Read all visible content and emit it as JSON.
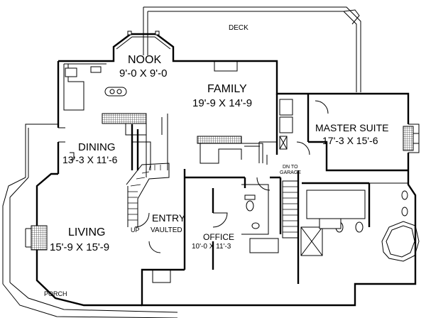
{
  "rooms": {
    "deck": "DECK",
    "nook": {
      "name": "NOOK",
      "size": "9'-0 X 9'-0"
    },
    "family": {
      "name": "FAMILY",
      "size": "19'-9 X 14'-9"
    },
    "master_suite": {
      "name": "MASTER SUITE",
      "size": "17'-3 X 15'-6"
    },
    "dining": {
      "name": "DINING",
      "size": "13'-3 X 11'-6"
    },
    "living": {
      "name": "LIVING",
      "size": "15'-9 X 15'-9"
    },
    "entry": {
      "name": "ENTRY",
      "note": "VAULTED"
    },
    "office": {
      "name": "OFFICE",
      "size": "10'-0 X 11'-3"
    },
    "porch": "PORCH"
  },
  "notes": {
    "stair_up": "UP",
    "dn_to_garage_1": "DN TO",
    "dn_to_garage_2": "GARAGE"
  }
}
